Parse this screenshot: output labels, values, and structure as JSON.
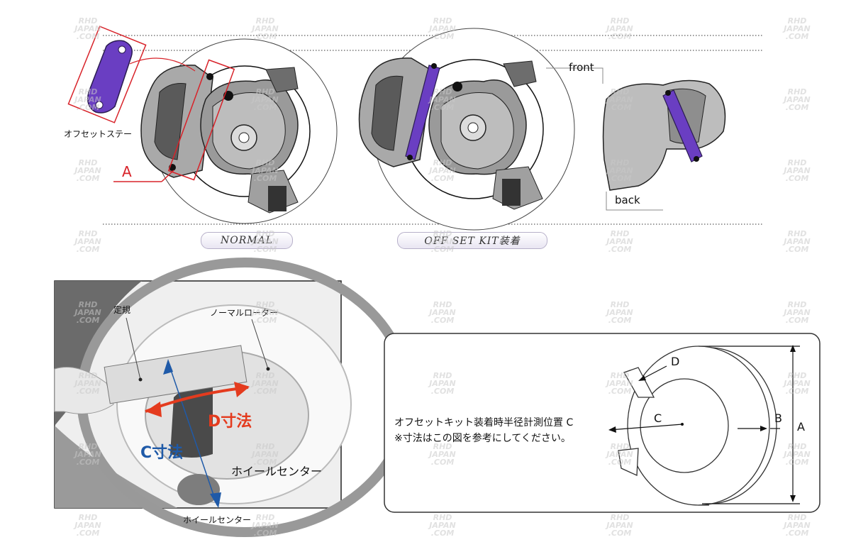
{
  "top": {
    "offset_stay_label": "オフセットステー",
    "dim_a_label": "A",
    "front_label": "front",
    "back_label": "back",
    "normal_caption": "NORMAL",
    "offset_caption": "OFF SET KIT装着"
  },
  "photo": {
    "ruler_label": "定規",
    "rotor_label": "ノーマルローター",
    "d_dim_label": "D寸法",
    "c_dim_label": "C寸法",
    "wheel_center_inner": "ホイールセンター",
    "wheel_center_bottom": "ホイールセンター"
  },
  "measure": {
    "line1": "オフセットキット装着時半径計測位置 C",
    "line2": "※寸法はこの図を参考にしてください。",
    "label_a": "A",
    "label_b": "B",
    "label_c": "C",
    "label_d": "D"
  },
  "watermark": {
    "line1": "RHD",
    "line2": "JAPAN",
    "line3": ".COM"
  },
  "colors": {
    "red_outline": "#d8232a",
    "purple_stay": "#6a3ec2",
    "blue_arrow": "#1f5aa8",
    "red_arrow": "#e43b1e"
  }
}
